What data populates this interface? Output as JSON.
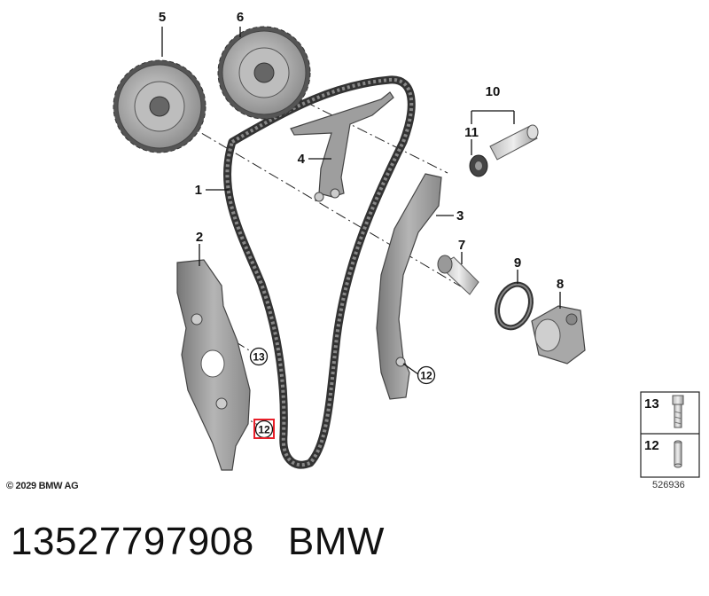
{
  "labels": {
    "part1": "1",
    "part2": "2",
    "part3": "3",
    "part4": "4",
    "part5": "5",
    "part6": "6",
    "part7": "7",
    "part8": "8",
    "part9": "9",
    "part10": "10",
    "part11": "11",
    "callout12a": "12",
    "callout12b": "12",
    "callout13": "13"
  },
  "legend": {
    "item_top": "13",
    "item_bottom": "12",
    "code": "526936"
  },
  "copyright": "© 2029 BMW AG",
  "bottom_text": "13527797908   BMW",
  "colors": {
    "highlight": "#e8202a",
    "part_fill": "#9a9a9a",
    "chain": "#3a3a3a"
  }
}
